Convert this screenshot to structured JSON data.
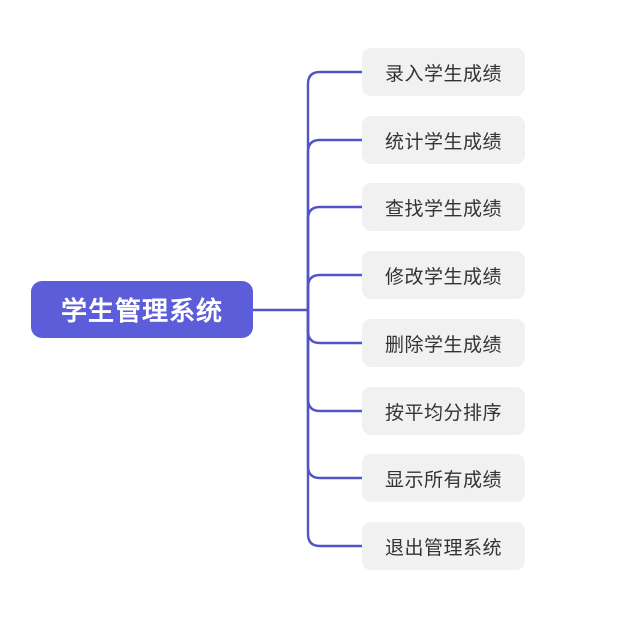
{
  "diagram": {
    "type": "mindmap",
    "root": {
      "label": "学生管理系统"
    },
    "children": [
      {
        "label": "录入学生成绩"
      },
      {
        "label": "统计学生成绩"
      },
      {
        "label": "查找学生成绩"
      },
      {
        "label": "修改学生成绩"
      },
      {
        "label": "删除学生成绩"
      },
      {
        "label": "按平均分排序"
      },
      {
        "label": "显示所有成绩"
      },
      {
        "label": "退出管理系统"
      }
    ],
    "colors": {
      "root_fill": "#5B5ED8",
      "root_text": "#FFFFFF",
      "connector": "#5154C9",
      "child_fill": "#F1F1F2",
      "child_text": "#333333"
    }
  }
}
